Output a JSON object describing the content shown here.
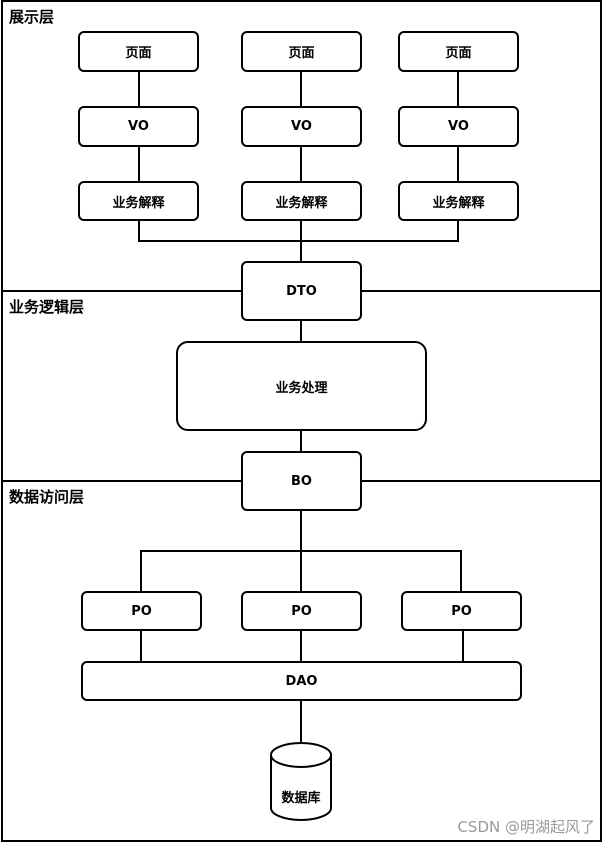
{
  "layers": {
    "presentation": "展示层",
    "business": "业务逻辑层",
    "data_access": "数据访问层"
  },
  "nodes": {
    "page": "页面",
    "vo": "VO",
    "biz_explain": "业务解释",
    "dto": "DTO",
    "biz_process": "业务处理",
    "bo": "BO",
    "po": "PO",
    "dao": "DAO",
    "database": "数据库"
  },
  "watermark": "CSDN @明湖起风了"
}
